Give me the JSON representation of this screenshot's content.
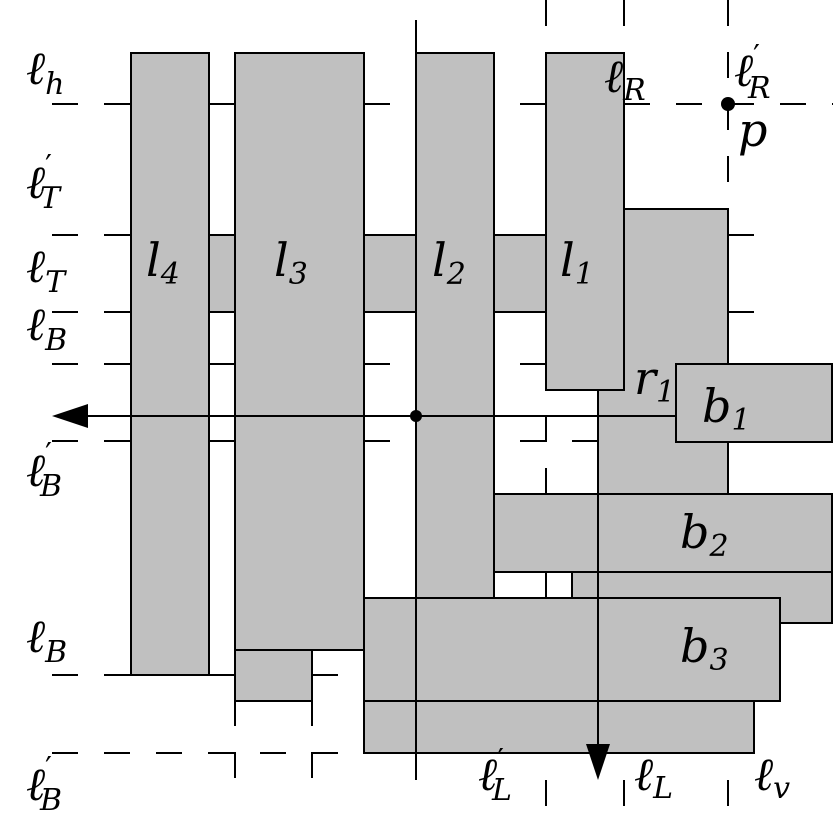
{
  "diagram": {
    "labels": {
      "l_h": {
        "main": "ℓ",
        "sub": "h",
        "sup": ""
      },
      "l_T_prime": {
        "main": "ℓ",
        "sub": "T",
        "sup": "′"
      },
      "l_T": {
        "main": "ℓ",
        "sub": "T",
        "sup": ""
      },
      "l_B_top": {
        "main": "ℓ",
        "sub": "B",
        "sup": ""
      },
      "l_B_prime_mid": {
        "main": "ℓ",
        "sub": "B",
        "sup": "′"
      },
      "l_B_low": {
        "main": "ℓ",
        "sub": "B",
        "sup": ""
      },
      "l_B_prime_bottom": {
        "main": "ℓ",
        "sub": "B",
        "sup": "′"
      },
      "l_R": {
        "main": "ℓ",
        "sub": "R",
        "sup": ""
      },
      "l_R_prime": {
        "main": "ℓ",
        "sub": "R",
        "sup": "′"
      },
      "l_L_prime": {
        "main": "ℓ",
        "sub": "L",
        "sup": "′"
      },
      "l_L": {
        "main": "ℓ",
        "sub": "L",
        "sup": ""
      },
      "l_v": {
        "main": "ℓ",
        "sub": "v",
        "sup": ""
      },
      "p": {
        "main": "p"
      },
      "leg_4": {
        "main": "l",
        "sub": "4"
      },
      "leg_3": {
        "main": "l",
        "sub": "3"
      },
      "leg_2": {
        "main": "l",
        "sub": "2"
      },
      "leg_1": {
        "main": "l",
        "sub": "1"
      },
      "bar_1": {
        "main": "b",
        "sub": "1"
      },
      "bar_2": {
        "main": "b",
        "sub": "2"
      },
      "bar_3": {
        "main": "b",
        "sub": "3"
      },
      "r_1": {
        "main": "r",
        "sub": "1"
      }
    }
  }
}
